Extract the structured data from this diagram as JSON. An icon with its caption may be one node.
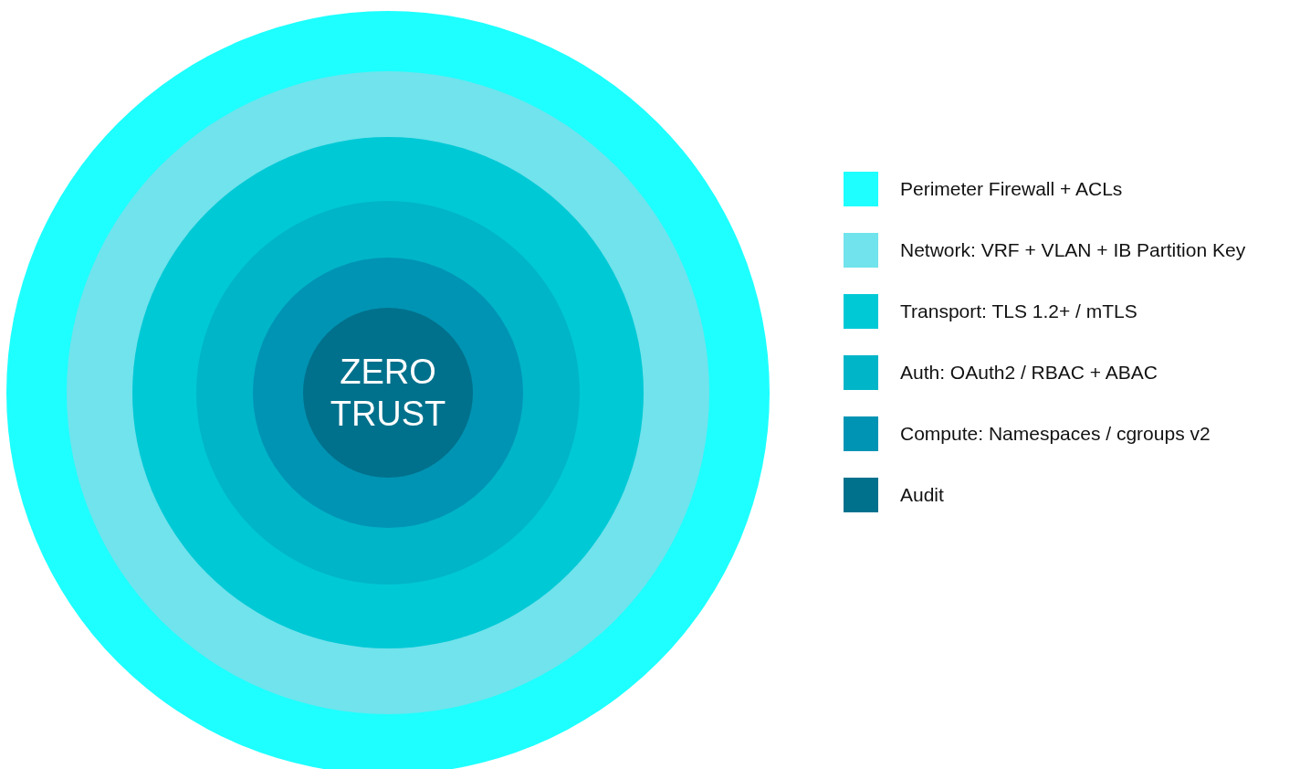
{
  "diagram": {
    "nodes": [
      {
        "text": [],
        "shape": "circle"
      },
      {
        "text": [],
        "shape": "circle",
        "in": 0
      },
      {
        "text": [],
        "shape": "circle",
        "in": 1
      },
      {
        "text": [],
        "shape": "circle",
        "in": 2
      },
      {
        "text": [],
        "shape": "circle",
        "in": 3
      },
      {
        "text": [
          "ZERO TRUST"
        ],
        "in": 4
      }
    ],
    "legend": [
      {
        "text": "Perimeter Firewall + ACLs",
        "color": "#1effff"
      },
      {
        "text": "Network: VRF + VLAN + IB Partition Key",
        "color": "#70e3ec"
      },
      {
        "text": "Transport: TLS 1.2+ / mTLS",
        "color": "#00c9d6"
      },
      {
        "text": "Auth: OAuth2 / RBAC + ABAC",
        "color": "#00b5c8"
      },
      {
        "text": "Compute: Namespaces / cgroups v2",
        "color": "#0094b4"
      },
      {
        "text": "Audit",
        "color": "#00718c"
      }
    ]
  }
}
